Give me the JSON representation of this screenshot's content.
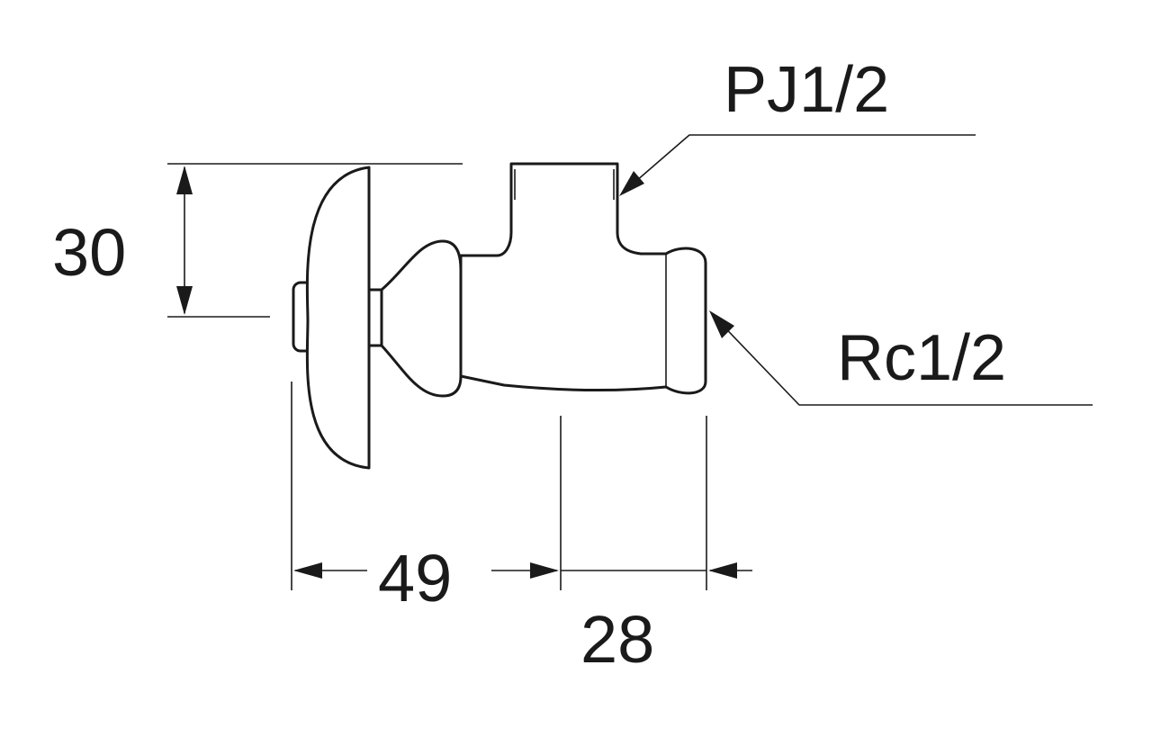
{
  "dimensions": {
    "height": "30",
    "overall_length": "49",
    "outlet_length": "28"
  },
  "callouts": {
    "top_thread": "PJ1/2",
    "side_thread": "Rc1/2"
  },
  "colors": {
    "line": "#1a1a1a",
    "background": "#ffffff"
  }
}
